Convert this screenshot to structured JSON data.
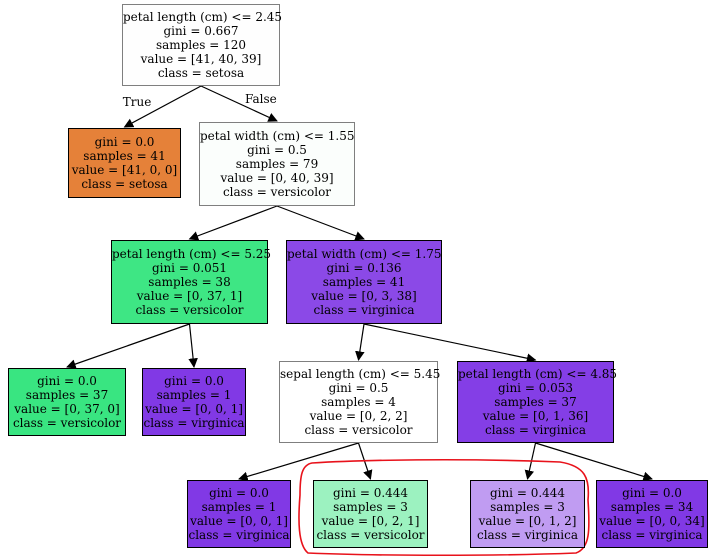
{
  "nodes": [
    {
      "id": "n0",
      "lines": [
        "petal length (cm) <= 2.45",
        "gini = 0.667",
        "samples = 120",
        "value = [41, 40, 39]",
        "class = setosa"
      ],
      "fill": "#fefefe"
    },
    {
      "id": "n1",
      "lines": [
        "gini = 0.0",
        "samples = 41",
        "value = [41, 0, 0]",
        "class = setosa"
      ],
      "fill": "#e58139"
    },
    {
      "id": "n2",
      "lines": [
        "petal width (cm) <= 1.55",
        "gini = 0.5",
        "samples = 79",
        "value = [0, 40, 39]",
        "class = versicolor"
      ],
      "fill": "#fbfefc"
    },
    {
      "id": "n3",
      "lines": [
        "petal length (cm) <= 5.25",
        "gini = 0.051",
        "samples = 38",
        "value = [0, 37, 1]",
        "class = versicolor"
      ],
      "fill": "#3ee684"
    },
    {
      "id": "n4",
      "lines": [
        "petal width (cm) <= 1.75",
        "gini = 0.136",
        "samples = 41",
        "value = [0, 3, 38]",
        "class = virginica"
      ],
      "fill": "#8b49e7"
    },
    {
      "id": "n5",
      "lines": [
        "gini = 0.0",
        "samples = 37",
        "value = [0, 37, 0]",
        "class = versicolor"
      ],
      "fill": "#39e581"
    },
    {
      "id": "n6",
      "lines": [
        "gini = 0.0",
        "samples = 1",
        "value = [0, 0, 1]",
        "class = virginica"
      ],
      "fill": "#8139e5"
    },
    {
      "id": "n7",
      "lines": [
        "sepal length (cm) <= 5.45",
        "gini = 0.5",
        "samples = 4",
        "value = [0, 2, 2]",
        "class = versicolor"
      ],
      "fill": "#ffffff"
    },
    {
      "id": "n8",
      "lines": [
        "petal length (cm) <= 4.85",
        "gini = 0.053",
        "samples = 37",
        "value = [0, 1, 36]",
        "class = virginica"
      ],
      "fill": "#843ee6"
    },
    {
      "id": "n9",
      "lines": [
        "gini = 0.0",
        "samples = 1",
        "value = [0, 0, 1]",
        "class = virginica"
      ],
      "fill": "#8139e5"
    },
    {
      "id": "n10",
      "lines": [
        "gini = 0.444",
        "samples = 3",
        "value = [0, 2, 1]",
        "class = versicolor"
      ],
      "fill": "#9cf2c0"
    },
    {
      "id": "n11",
      "lines": [
        "gini = 0.444",
        "samples = 3",
        "value = [0, 1, 2]",
        "class = virginica"
      ],
      "fill": "#c09cf2"
    },
    {
      "id": "n12",
      "lines": [
        "gini = 0.0",
        "samples = 34",
        "value = [0, 0, 34]",
        "class = virginica"
      ],
      "fill": "#8139e5"
    }
  ],
  "edges": [
    {
      "from": "n0",
      "to": "n1",
      "label": "True"
    },
    {
      "from": "n0",
      "to": "n2",
      "label": "False"
    },
    {
      "from": "n2",
      "to": "n3"
    },
    {
      "from": "n2",
      "to": "n4"
    },
    {
      "from": "n3",
      "to": "n5"
    },
    {
      "from": "n3",
      "to": "n6"
    },
    {
      "from": "n4",
      "to": "n7"
    },
    {
      "from": "n4",
      "to": "n8"
    },
    {
      "from": "n7",
      "to": "n9"
    },
    {
      "from": "n7",
      "to": "n10"
    },
    {
      "from": "n8",
      "to": "n11"
    },
    {
      "from": "n8",
      "to": "n12"
    }
  ],
  "highlight": {
    "color": "#e8121b",
    "encloses": [
      "n10",
      "n11"
    ]
  }
}
